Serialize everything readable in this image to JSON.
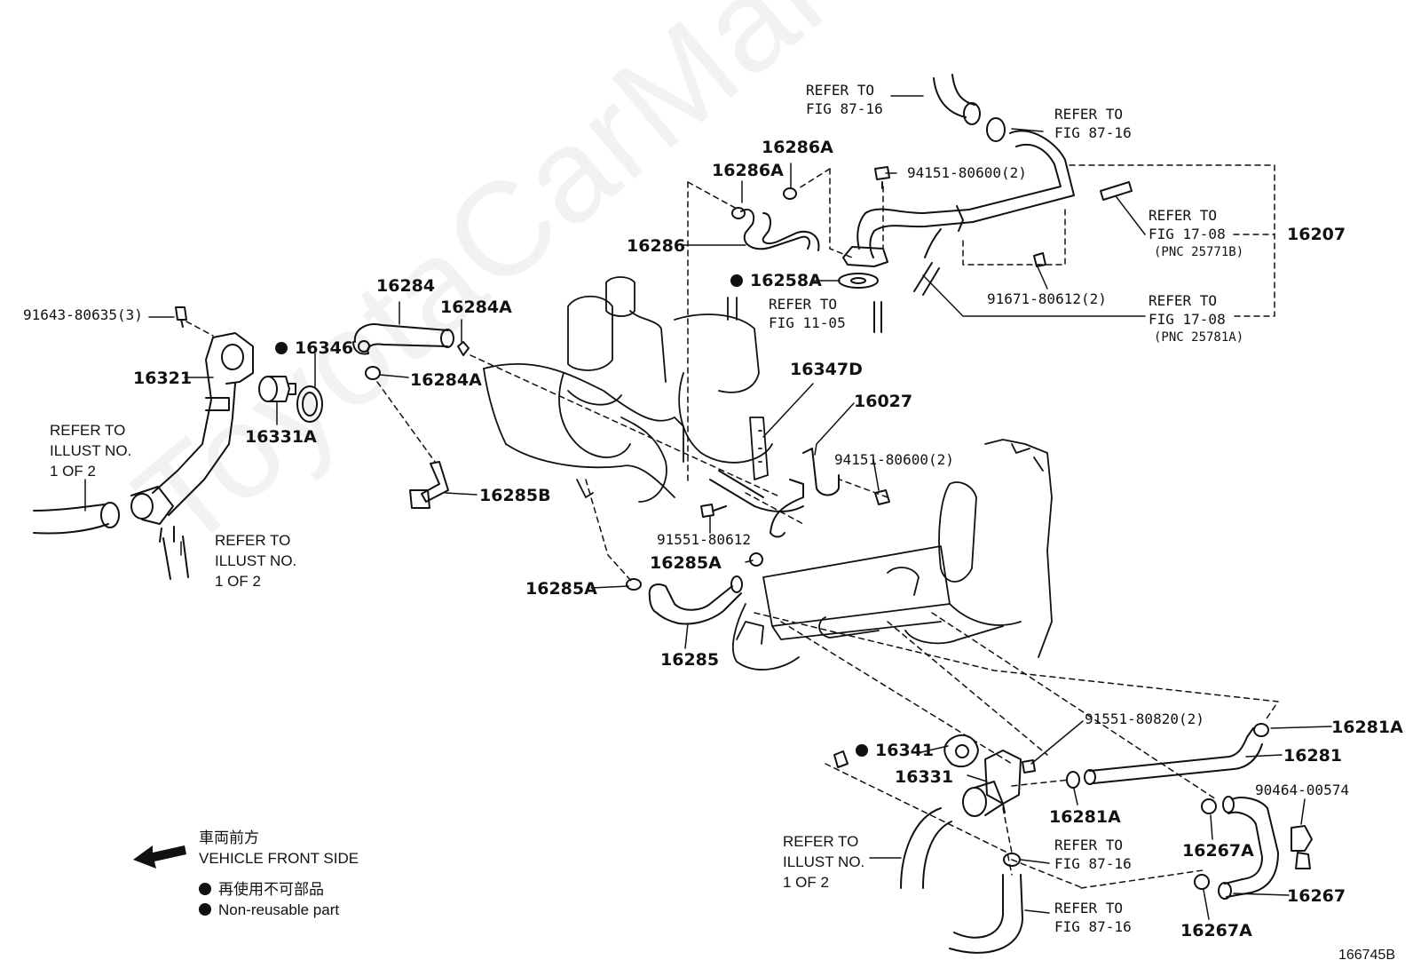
{
  "watermark": "ToyotaCarManual.ru",
  "figure_id": "166745B",
  "legend": {
    "direction_jp": "車両前方",
    "direction_en": "VEHICLE FRONT SIDE",
    "nonreusable_jp": "再使用不可部品",
    "nonreusable_en": "Non-reusable part"
  },
  "parts": {
    "p16207": "16207",
    "p16286A_a": "16286A",
    "p16286A_b": "16286A",
    "p16286": "16286",
    "p16258A": "16258A",
    "p16284": "16284",
    "p16284A_a": "16284A",
    "p16284A_b": "16284A",
    "p16346": "16346",
    "p16321": "16321",
    "p16331A": "16331A",
    "p16285B": "16285B",
    "p16347D": "16347D",
    "p16027": "16027",
    "p16285A_a": "16285A",
    "p16285A_b": "16285A",
    "p16285": "16285",
    "p16281A_a": "16281A",
    "p16281": "16281",
    "p16341": "16341",
    "p16331": "16331",
    "p16281A_b": "16281A",
    "p16267A_a": "16267A",
    "p16267": "16267",
    "p16267A_b": "16267A"
  },
  "bolts": {
    "b1": "94151-80600(2)",
    "b2": "91671-80612(2)",
    "b3": "91643-80635(3)",
    "b4": "94151-80600(2)",
    "b5": "91551-80612",
    "b6": "91551-80820(2)",
    "b7": "90464-00574"
  },
  "refs": {
    "r1": [
      "REFER TO",
      "FIG 87-16"
    ],
    "r2": [
      "REFER TO",
      "FIG 87-16"
    ],
    "r3": [
      "REFER TO",
      "FIG 17-08",
      "(PNC 25771B)"
    ],
    "r4": [
      "REFER TO",
      "FIG 17-08",
      "(PNC 25781A)"
    ],
    "r5": [
      "REFER TO",
      "FIG 11-05"
    ],
    "r6": [
      "REFER TO",
      "FIG 87-16"
    ],
    "r7": [
      "REFER TO",
      "FIG 87-16"
    ]
  },
  "illust_refs": {
    "i1": [
      "REFER TO",
      "ILLUST NO.",
      "1 OF 2"
    ],
    "i2": [
      "REFER TO",
      "ILLUST NO.",
      "1 OF 2"
    ],
    "i3": [
      "REFER TO",
      "ILLUST NO.",
      "1 OF 2"
    ]
  }
}
